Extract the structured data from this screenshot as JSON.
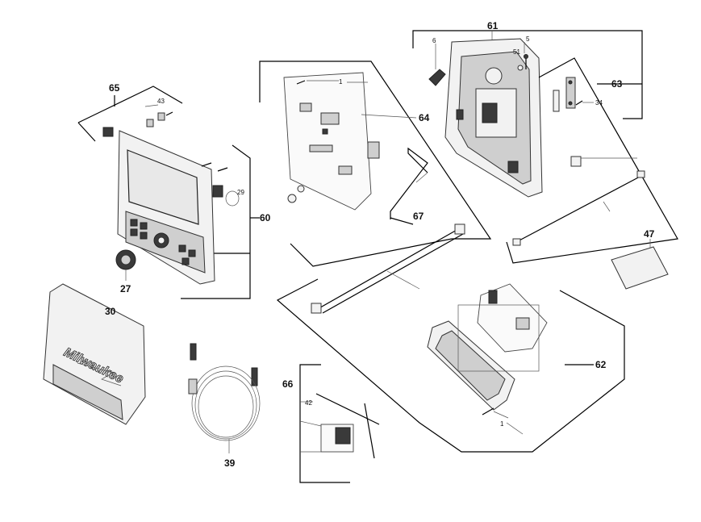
{
  "callouts": {
    "c61": "61",
    "c6": "6",
    "c5": "5",
    "c51": "51",
    "c63": "63",
    "c34": "34",
    "c1a": "1",
    "c64": "64",
    "c65": "65",
    "c43": "43",
    "c29": "29",
    "c60": "60",
    "c27": "27",
    "c67": "67",
    "c47": "47",
    "c30": "30",
    "c62": "62",
    "c66": "66",
    "c42": "42",
    "c1b": "1",
    "c39": "39"
  },
  "logo_text": "Milwaukee",
  "colors": {
    "line": "#000000",
    "part_fill": "#f2f2f2",
    "dark_part": "#3a3a3a"
  }
}
